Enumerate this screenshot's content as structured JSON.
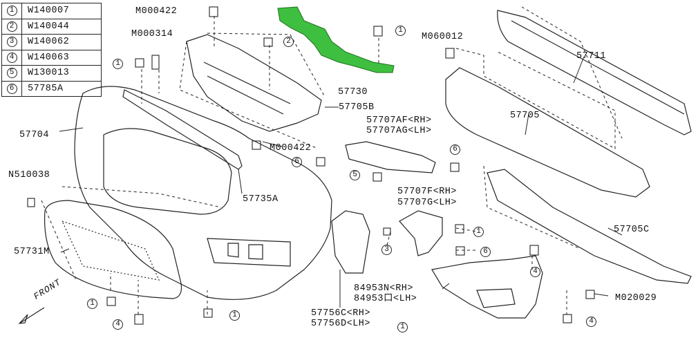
{
  "legend": [
    {
      "n": "1",
      "code": "W140007"
    },
    {
      "n": "2",
      "code": "W140044"
    },
    {
      "n": "3",
      "code": "W140062"
    },
    {
      "n": "4",
      "code": "W140063"
    },
    {
      "n": "5",
      "code": "W130013"
    },
    {
      "n": "6",
      "code": "57785A"
    }
  ],
  "labels": {
    "m000422_top": "M000422",
    "m000314": "M000314",
    "m060012": "M060012",
    "p57711": "57711",
    "p57730": "57730",
    "p57705b": "57705B",
    "p57704": "57704",
    "p57705": "57705",
    "m000422_mid": "M000422",
    "p57707af": "57707AF<RH>",
    "p57707ag": "57707AG<LH>",
    "n510038": "N510038",
    "p57735a": "57735A",
    "p57707f": "57707F<RH>",
    "p57707g": "57707G<LH>",
    "p57705c": "57705C",
    "p57731m": "57731M",
    "p84953n": "84953N<RH>",
    "p84953o": "84953口<LH>",
    "m020029": "M020029",
    "p57756c": "57756C<RH>",
    "p57756d": "57756D<LH>",
    "front": "FRONT"
  },
  "callouts": [
    "1",
    "2",
    "1",
    "1",
    "6",
    "6",
    "5",
    "3",
    "1",
    "6",
    "4",
    "1",
    "4",
    "1",
    "4"
  ],
  "colors": {
    "highlight": "#3fbf3f",
    "line": "#222222"
  }
}
